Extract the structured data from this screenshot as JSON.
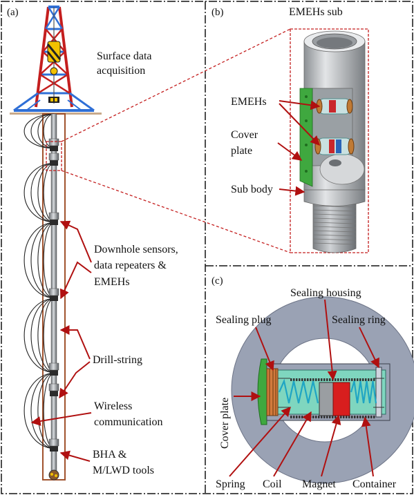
{
  "panels": {
    "a": {
      "tag": "(a)",
      "labels": {
        "surface_1": "Surface data",
        "surface_2": "acquisition",
        "downhole_1": "Downhole sensors,",
        "downhole_2": "data repeaters &",
        "downhole_3": "EMEHs",
        "drillstring": "Drill-string",
        "wireless_1": "Wireless",
        "wireless_2": "communication",
        "bha_1": "BHA &",
        "bha_2": "M/LWD tools"
      }
    },
    "b": {
      "tag": "(b)",
      "title": "EMEHs sub",
      "labels": {
        "emehs": "EMEHs",
        "cover_1": "Cover",
        "cover_2": "plate",
        "sub_body": "Sub body"
      }
    },
    "c": {
      "tag": "(c)",
      "labels": {
        "sealing_housing": "Sealing housing",
        "sealing_plug": "Sealing plug",
        "sealing_ring": "Sealing ring",
        "cover_plate": "Cover plate",
        "spring": "Spring",
        "coil": "Coil",
        "magnet": "Magnet",
        "container": "Container"
      }
    }
  },
  "colors": {
    "arrow": "#b01010",
    "derrick_red": "#c41e1e",
    "derrick_blue": "#2f6fd6",
    "casing": "#a0522d",
    "steel": "#b8bcc0",
    "green_plate": "#3fa83f",
    "magnet_red": "#d81e1e",
    "spring_cyan": "#1fa5c4"
  }
}
